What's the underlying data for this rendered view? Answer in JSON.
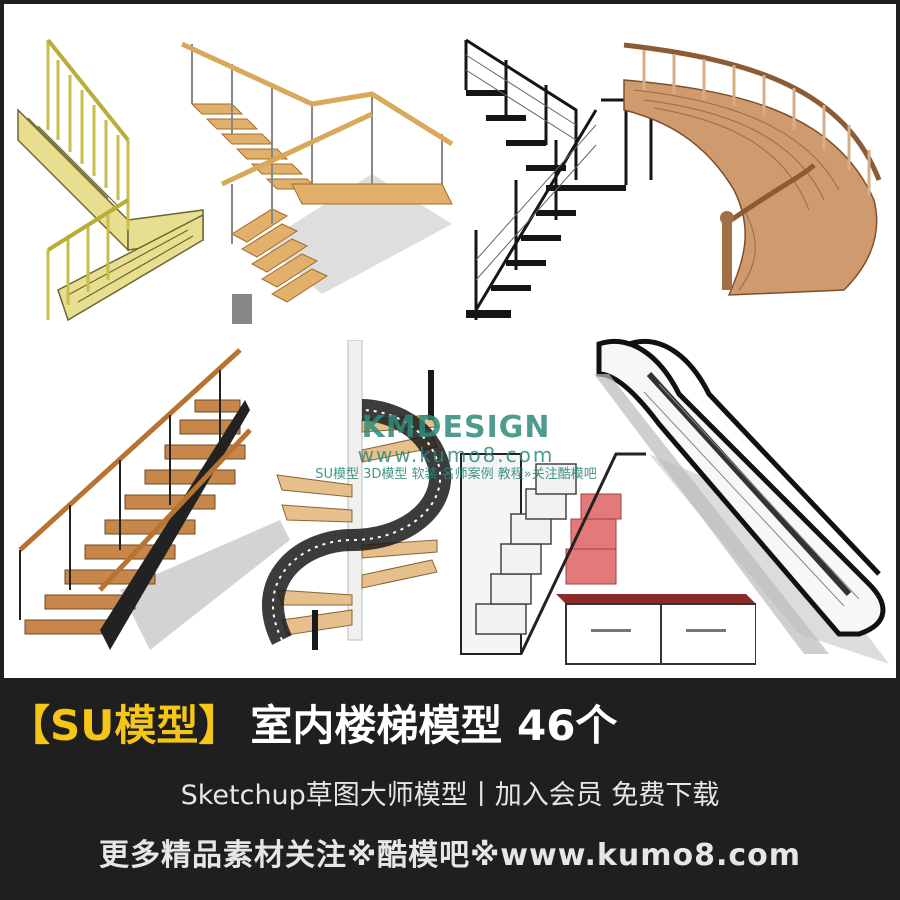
{
  "watermark": {
    "brand": "KMDESIGN",
    "url": "www.kumo8.com",
    "tagline": "SU模型 3D模型 软装 名师案例 教程»关注酷模吧"
  },
  "banner": {
    "badge": "【SU模型】",
    "title": "室内楼梯模型 46个",
    "subtitle": "Sketchup草图大师模型丨加入会员 免费下载",
    "footer": "更多精品素材关注※酷模吧※www.kumo8.com"
  },
  "tiles": [
    {
      "id": "stair-1",
      "icon": "u-turn-wood-staircase-icon",
      "color": "#e4dc8a"
    },
    {
      "id": "stair-2",
      "icon": "glass-rail-wood-staircase-icon",
      "color": "#d9a85a"
    },
    {
      "id": "stair-3",
      "icon": "black-metal-staircase-icon",
      "color": "#111111"
    },
    {
      "id": "stair-4",
      "icon": "curved-classic-staircase-icon",
      "color": "#c8946a"
    },
    {
      "id": "stair-5",
      "icon": "straight-wood-staircase-icon",
      "color": "#b87333"
    },
    {
      "id": "stair-6",
      "icon": "spiral-wrought-iron-staircase-icon",
      "color": "#222222"
    },
    {
      "id": "stair-7",
      "icon": "storage-cabinet-staircase-icon",
      "color": "#e27a7a"
    },
    {
      "id": "stair-8",
      "icon": "escalator-icon",
      "color": "#555555"
    }
  ]
}
